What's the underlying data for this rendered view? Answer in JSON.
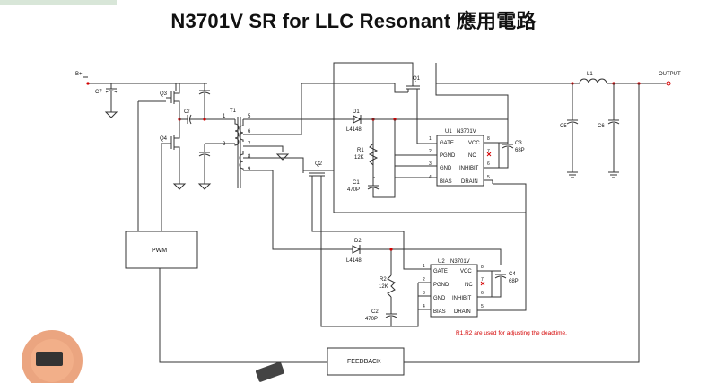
{
  "title": "N3701V SR for LLC Resonant 應用電路",
  "nets": {
    "input": "B+",
    "output": "OUTPUT"
  },
  "parts": {
    "c7": "C7",
    "q3": "Q3",
    "q4": "Q4",
    "cr": "Cr",
    "t1": "T1",
    "q1": "Q1",
    "q2": "Q2",
    "l1": "L1",
    "c5": "C5",
    "c6": "C6",
    "d1": "D1",
    "d1_part": "L4148",
    "d2": "D2",
    "d2_part": "L4148",
    "r1": "R1",
    "r1_val": "12K",
    "r2": "R2",
    "r2_val": "12K",
    "c1": "C1",
    "c1_val": "470P",
    "c2": "C2",
    "c2_val": "470P",
    "c3": "C3",
    "c3_val": "68P",
    "c4": "C4",
    "c4_val": "68P"
  },
  "transformer_pins": [
    "1",
    "3",
    "5",
    "6",
    "7",
    "8",
    "9"
  ],
  "ic1": {
    "ref": "U1",
    "part": "N3701V",
    "left_pins": [
      {
        "num": "1",
        "name": "GATE"
      },
      {
        "num": "2",
        "name": "PGND"
      },
      {
        "num": "3",
        "name": "GND"
      },
      {
        "num": "4",
        "name": "BIAS"
      }
    ],
    "right_pins": [
      {
        "num": "8",
        "name": "VCC"
      },
      {
        "num": "7",
        "name": "NC"
      },
      {
        "num": "6",
        "name": "INHIBIT"
      },
      {
        "num": "5",
        "name": "DRAIN"
      }
    ]
  },
  "ic2": {
    "ref": "U2",
    "part": "N3701V",
    "left_pins": [
      {
        "num": "1",
        "name": "GATE"
      },
      {
        "num": "2",
        "name": "PGND"
      },
      {
        "num": "3",
        "name": "GND"
      },
      {
        "num": "4",
        "name": "BIAS"
      }
    ],
    "right_pins": [
      {
        "num": "8",
        "name": "VCC"
      },
      {
        "num": "7",
        "name": "NC"
      },
      {
        "num": "6",
        "name": "INHIBIT"
      },
      {
        "num": "5",
        "name": "DRAIN"
      }
    ]
  },
  "blocks": {
    "pwm": "PWM",
    "feedback": "FEEDBACK"
  },
  "note": "R1,R2 are used for adjusting the deadtime.",
  "colors": {
    "wire": "#333333",
    "note": "#d40000",
    "node": "#d40000"
  }
}
